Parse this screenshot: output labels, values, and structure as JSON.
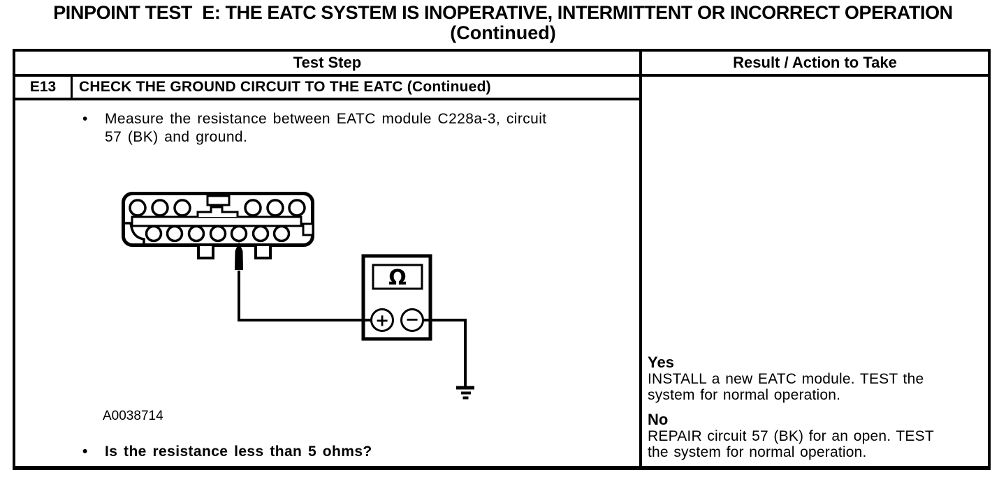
{
  "title": {
    "line1": "PINPOINT TEST  E: THE EATC SYSTEM IS INOPERATIVE, INTERMITTENT OR INCORRECT OPERATION",
    "line2": "(Continued)"
  },
  "table": {
    "headers": {
      "test_step": "Test Step",
      "result_action": "Result / Action to Take"
    },
    "step": {
      "id": "E13",
      "title": "CHECK THE GROUND CIRCUIT TO THE EATC (Continued)",
      "bullet": "•",
      "instruction": "Measure the resistance between EATC module C228a-3, circuit\n57 (BK) and ground.",
      "figure_label": "A0038714",
      "question": "Is the resistance less than 5 ohms?"
    },
    "results": [
      {
        "label": "Yes",
        "action": "INSTALL a new EATC module. TEST the\nsystem for normal operation."
      },
      {
        "label": "No",
        "action": "REPAIR circuit 57 (BK) for an open. TEST\nthe system for normal operation."
      }
    ]
  },
  "diagram": {
    "meter_symbol": "Ω",
    "plus_label": "+",
    "minus_label": "−"
  },
  "colors": {
    "ink": "#000000",
    "paper": "#ffffff"
  }
}
